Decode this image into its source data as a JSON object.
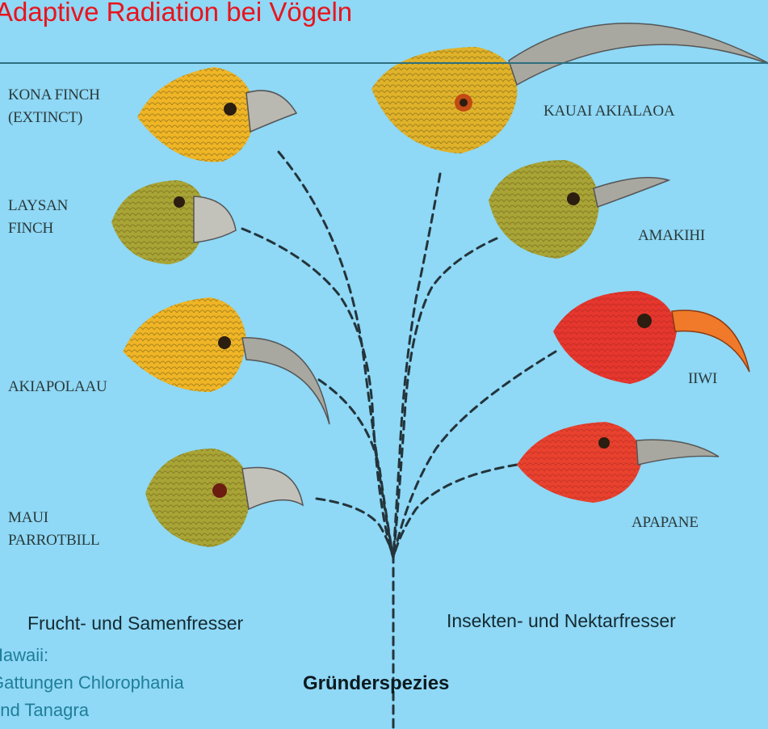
{
  "title": "Adaptive Radiation bei Vögeln",
  "birds": {
    "kona_finch": "KONA FINCH\n(EXTINCT)",
    "laysan_finch": "LAYSAN\nFINCH",
    "akiapolaau": "AKIAPOLAAU",
    "maui_parrotbill": "MAUI\nPARROTBILL",
    "kauai_akialaoa": "KAUAI  AKIALAOA",
    "amakihi": "AMAKIHI",
    "iiwi": "IIWI",
    "apapane": "APAPANE"
  },
  "groups": {
    "left": "Frucht- und Samenfresser",
    "right": "Insekten- und Nektarfresser"
  },
  "founder": "Gründerspezies",
  "hawaii_note": [
    "Hawaii:",
    "Gattungen Chlorophania",
    "und Tanagra"
  ],
  "colors": {
    "background": "#8fd8f6",
    "title": "#e8141c",
    "branch": "#23343a",
    "yellow_head": "#f0b526",
    "olive_head": "#a8a436",
    "red_head": "#e5372e",
    "beak": "#b9b9b2"
  }
}
